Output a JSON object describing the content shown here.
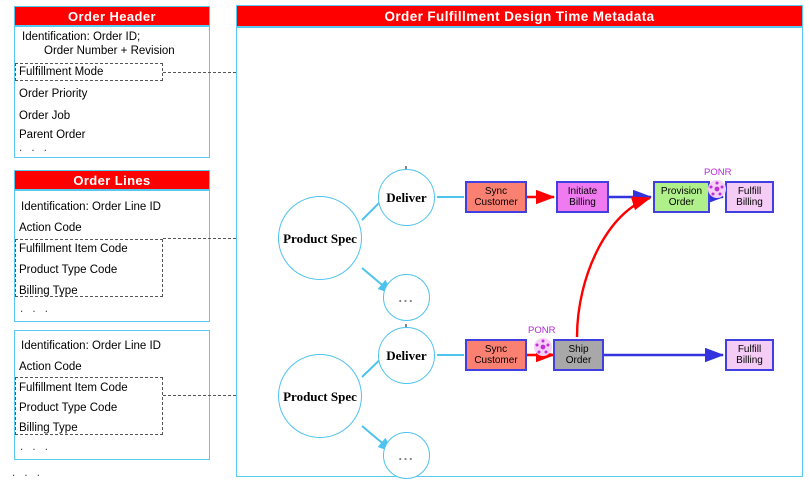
{
  "order_header": {
    "title": "Order Header",
    "fields": [
      {
        "text": "Identification: Order ID;",
        "indent": false
      },
      {
        "text": "Order Number + Revision",
        "indent": true
      },
      {
        "text": "Fulfillment Mode",
        "indent": false
      },
      {
        "text": "Order Priority",
        "indent": false
      },
      {
        "text": "Order Job",
        "indent": false
      },
      {
        "text": "Parent Order",
        "indent": false
      }
    ],
    "ellipsis": ". . ."
  },
  "order_lines": {
    "title": "Order Lines",
    "block1": {
      "fields": [
        {
          "text": "Identification: Order Line ID"
        },
        {
          "text": "Action Code"
        },
        {
          "text": "Fulfillment Item Code"
        },
        {
          "text": "Product Type Code"
        },
        {
          "text": "Billing Type"
        }
      ],
      "ellipsis": ". . ."
    },
    "block2": {
      "fields": [
        {
          "text": "Identification: Order Line ID"
        },
        {
          "text": "Action Code"
        },
        {
          "text": "Fulfillment Item Code"
        },
        {
          "text": "Product Type Code"
        },
        {
          "text": "Billing Type"
        }
      ],
      "ellipsis": ". . ."
    },
    "outer_ellipsis": ". . ."
  },
  "main": {
    "title": "Order Fulfillment Design Time Metadata",
    "nodes": {
      "product_spec_top": "Product Spec",
      "product_spec_bottom": "Product Spec",
      "deliver_top": "Deliver",
      "deliver_bottom": "Deliver",
      "dots_top": "...",
      "dots_bottom": "...",
      "sync_customer_top": "Sync Customer",
      "sync_customer_bottom": "Sync Customer",
      "initiate_billing": "Initiate Billing",
      "provision_order": "Provision Order",
      "fulfill_billing_top": "Fulfill Billing",
      "ship_order": "Ship Order",
      "fulfill_billing_bottom": "Fulfill Billing"
    },
    "ponr_top": "PONR",
    "ponr_bottom": "PONR"
  },
  "colors": {
    "title_bar": "#fe0000",
    "panel_border": "#59c9ef",
    "node_border": "#4040e0",
    "sync_fill": "#fa8072",
    "billing_fill": "#f07af0",
    "provision_fill": "#b0f08a",
    "fulfill_fill": "#f5ccf5",
    "ship_fill": "#a8a8a8",
    "circle_stroke": "#4ec3ee",
    "red_arrow": "#ff0000",
    "blue_arrow": "#3333dd",
    "ponr": "#b429d6"
  }
}
